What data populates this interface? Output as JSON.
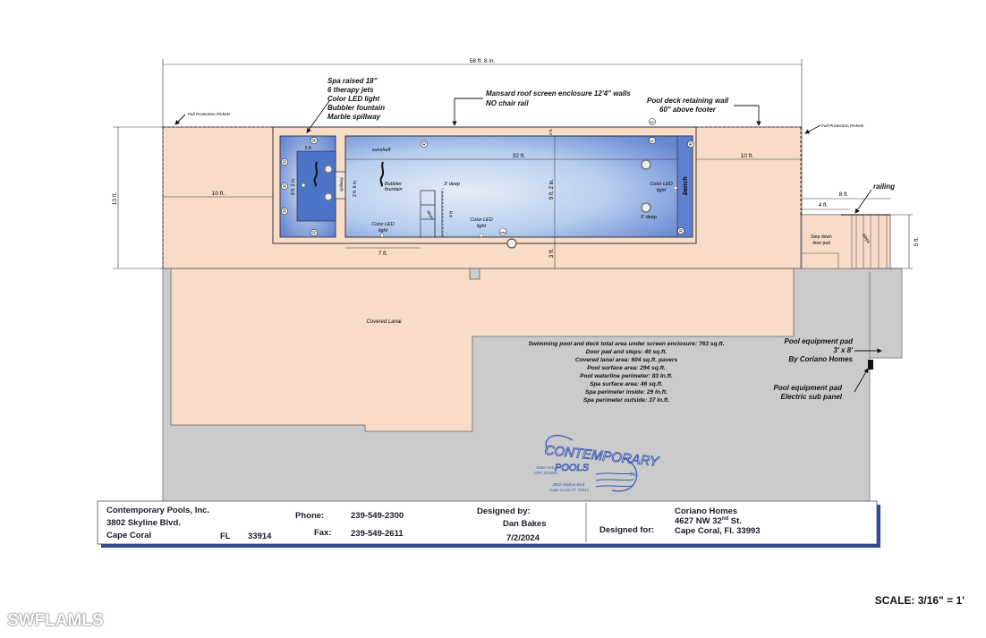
{
  "dimensions": {
    "overall_width": "58 ft. 8 in.",
    "height_13": "13 ft.",
    "ten_left": "10 ft.",
    "ten_right": "10 ft.",
    "pool_length": "32 ft.",
    "pool_width": "9 ft. 2 in.",
    "spa_width": "5 ft.",
    "spa_depth": "8 ft. 2 in.",
    "spa_inner": "2 ft. 6 in.",
    "step_7": "7 ft.",
    "three_a": "3 ft.",
    "three_b": "3 ft.",
    "eight_ft": "8 ft.",
    "four_ft": "4 ft.",
    "five_ft": "5 ft.",
    "depth_4": "4 ft"
  },
  "pool_labels": {
    "sunshelf": "sunshelf",
    "bubbler": "Bubbler fountain",
    "three_deep": "3' deep",
    "led1": "Color LED light",
    "led2": "Color LED light",
    "led3": "Color LED light",
    "five_deep": "5' deep",
    "bench": "bench",
    "steps": "steps",
    "spillway": "spillway",
    "vac": "Vac",
    "of": "OF",
    "r": "R",
    "covered_lanai": "Covered Lanai",
    "step_down": "Step down door pad",
    "steps_right": "steps"
  },
  "callouts": {
    "spa": [
      "Spa raised 18\"",
      "6 therapy jets",
      "Color LED light",
      "Bubbler fountain",
      "Marble spillway"
    ],
    "enclosure_line1": "Mansard roof screen enclosure 12'4\" walls",
    "enclosure_line2": "NO chair rail",
    "retaining_line1": "Pool deck retaining wall",
    "retaining_line2": "60\" above footer",
    "fall_left": "Fall Protection Pickets",
    "fall_right": "Fall Protection Pickets",
    "railing": "railing",
    "equip_pad": [
      "Pool equipment pad",
      "3' x 8'",
      "By Coriano Homes"
    ],
    "equip_electric": [
      "Pool equipment pad",
      "Electric sub panel"
    ]
  },
  "areas": [
    "Swimming pool and deck total area under screen enclosure: 763 sq.ft.",
    "Door pad and steps: 40 sq.ft.",
    "Covered lanai area: 604 sq.ft. pavers",
    "Pool surface area: 294 sq.ft.",
    "Pool waterline perimeter: 83 ln.ft.",
    "Spa surface area: 46 sq.ft.",
    "Spa perimeter inside: 29 ln.ft.",
    "Spa perimeter outside: 37 ln.ft."
  ],
  "logo": {
    "name_top": "CONTEMPORARY",
    "name_bottom": "POOLS",
    "inc": "Inc.",
    "cert1": "State Cert.",
    "cert2": "CPC 051594",
    "addr1": "3802 Skyline Blvd.",
    "addr2": "Cape Coral, Fl. 33914"
  },
  "title_block": {
    "company": "Contemporary Pools, Inc.",
    "address": "3802 Skyline Blvd.",
    "city": "Cape Coral",
    "state": "FL",
    "zip": "33914",
    "phone_label": "Phone:",
    "phone": "239-549-2300",
    "fax_label": "Fax:",
    "fax": "239-549-2611",
    "designed_by_label": "Designed by:",
    "designer": "Dan Bakes",
    "date": "7/2/2024",
    "designed_for_label": "Designed for:",
    "client": "Coriano Homes",
    "client_addr_pre": "4627 NW 32",
    "client_addr_sup": "nd",
    "client_addr_post": " St.",
    "client_city": "Cape Coral, Fl. 33993"
  },
  "scale": "SCALE:  3/16\" = 1'",
  "watermark": "SWFLAMLS",
  "colors": {
    "deck": "#f9dcc8",
    "lanai_gray": "#cbcbcb",
    "water_dark": "#5a7fcf",
    "water_light": "#d6e6f6",
    "title_shadow": "#2b4a9e"
  }
}
